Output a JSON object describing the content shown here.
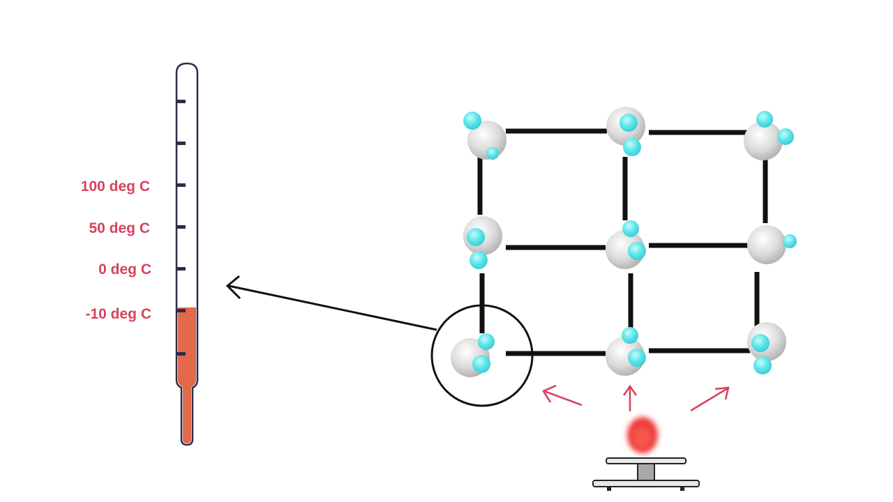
{
  "thermometer": {
    "labels": [
      "100 deg C",
      "50 deg C",
      "0 deg C",
      "-10 deg C"
    ],
    "liquid_color": "#e2694a",
    "tick_color": "#2b2d4a"
  },
  "lattice": {
    "rows": 3,
    "columns": 3,
    "oxygen_color": "#d7d7d7",
    "hydrogen_color": "#5fe6ea",
    "bond_color": "#111111"
  },
  "heat_source": {
    "flame_color": "#ee3a3a",
    "arrow_color": "#d8435b"
  }
}
